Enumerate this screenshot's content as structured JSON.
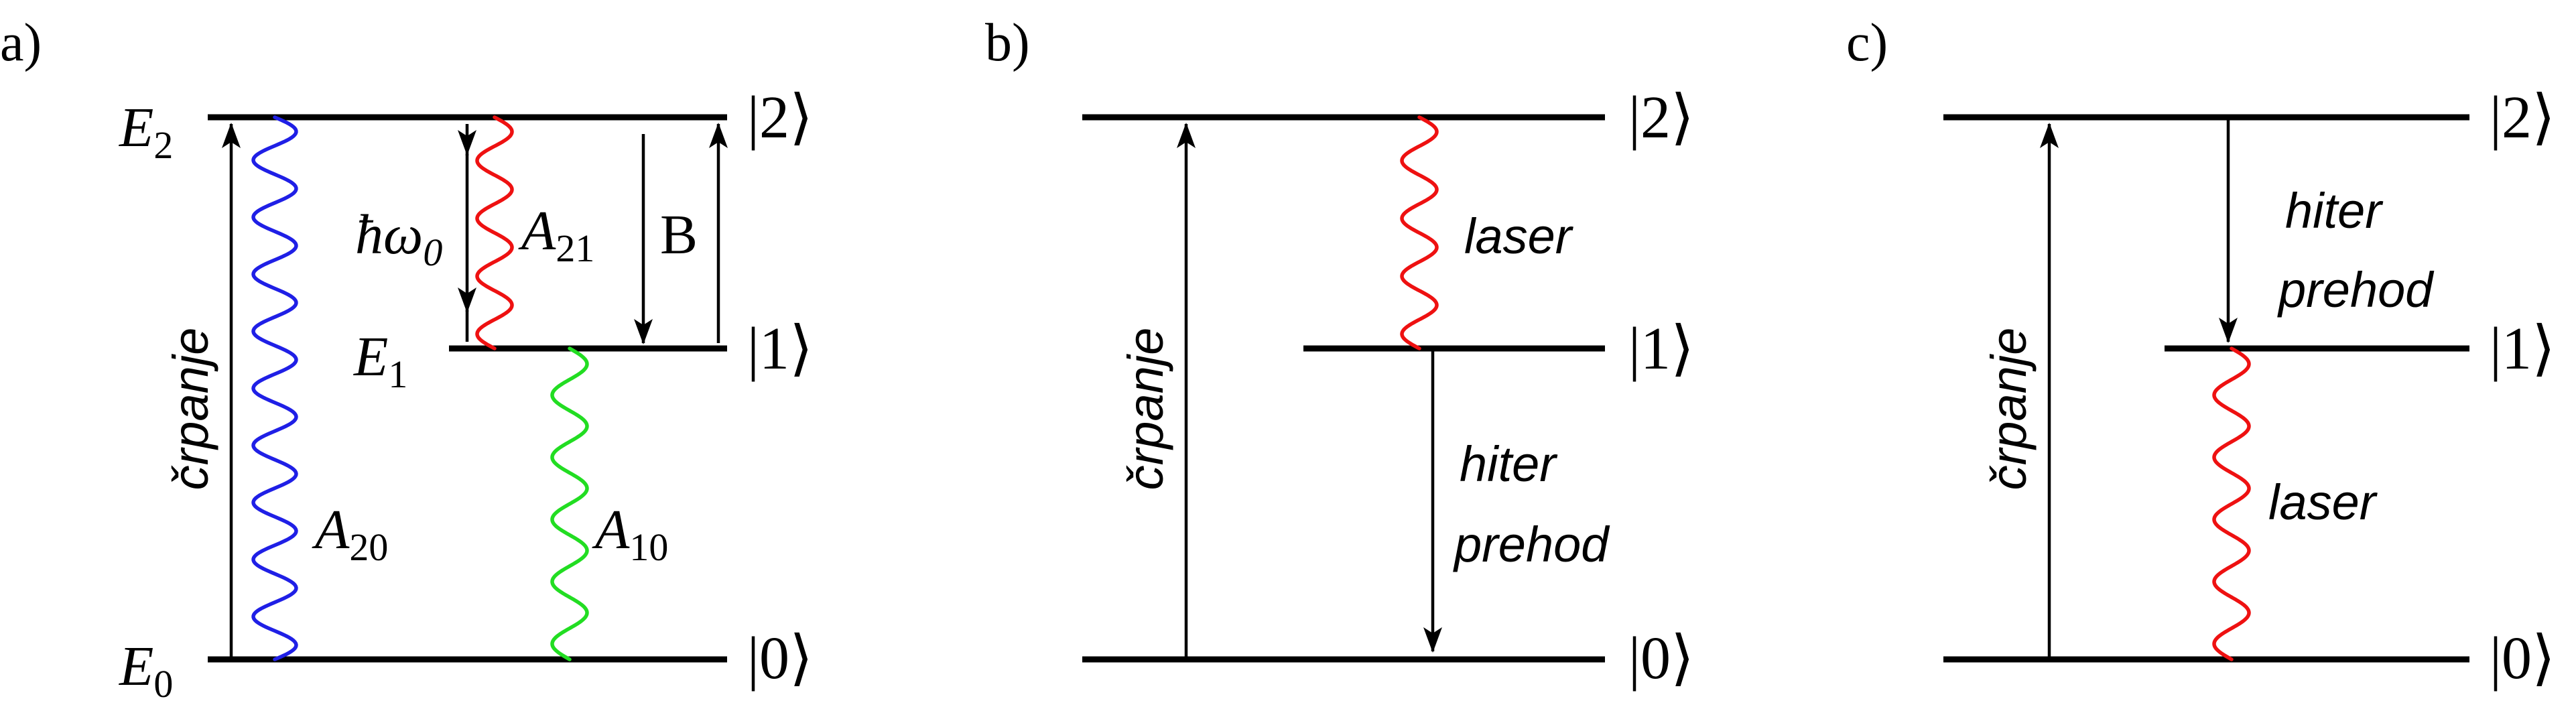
{
  "colors": {
    "line": "#000000",
    "blue": "#1f1fe6",
    "red": "#ee1111",
    "green": "#22dd22"
  },
  "panels": {
    "a": {
      "label": "a)",
      "kets": {
        "k2": "|2⟩",
        "k1": "|1⟩",
        "k0": "|0⟩"
      },
      "energy": {
        "E2": "E",
        "E2_sub": "2",
        "E1": "E",
        "E1_sub": "1",
        "E0": "E",
        "E0_sub": "0"
      },
      "pump": "črpanje",
      "hw_h": "ħω",
      "hw_sub": "0",
      "A21": "A",
      "A21_sub": "21",
      "A20": "A",
      "A20_sub": "20",
      "A10": "A",
      "A10_sub": "10",
      "B": "B"
    },
    "b": {
      "label": "b)",
      "kets": {
        "k2": "|2⟩",
        "k1": "|1⟩",
        "k0": "|0⟩"
      },
      "pump": "črpanje",
      "laser": "laser",
      "fast1": "hiter",
      "fast2": "prehod"
    },
    "c": {
      "label": "c)",
      "kets": {
        "k2": "|2⟩",
        "k1": "|1⟩",
        "k0": "|0⟩"
      },
      "pump": "črpanje",
      "laser": "laser",
      "fast1": "hiter",
      "fast2": "prehod"
    }
  }
}
